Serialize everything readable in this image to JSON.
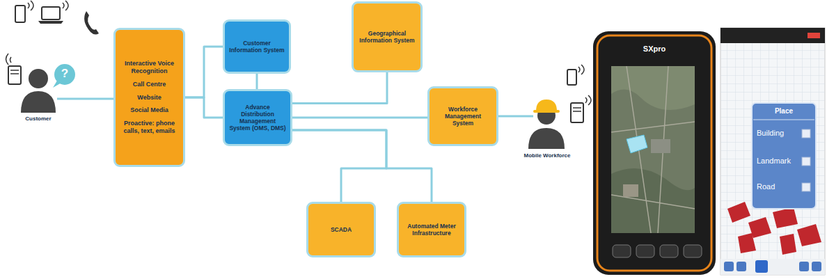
{
  "diagram": {
    "nodes": [
      {
        "text": [
          "Interactive Voice Recognition",
          "Call Centre",
          "Website",
          "Social Media",
          "Proactive: phone calls, text, emails"
        ]
      },
      {
        "text": [
          "Customer Information System"
        ]
      },
      {
        "text": [
          "Advance Distribution Management System (OMS, DMS)"
        ]
      },
      {
        "text": [
          "Geographical Information System"
        ]
      },
      {
        "text": [
          "Workforce Management System"
        ]
      },
      {
        "text": [
          "SCADA"
        ]
      },
      {
        "text": [
          "Automated Meter Infrastructure"
        ]
      }
    ],
    "edges": [
      {
        "from": 0,
        "to": 1,
        "arrow": "none"
      },
      {
        "from": 0,
        "to": 2,
        "arrow": "none"
      },
      {
        "from": 1,
        "to": 2,
        "arrow": "none"
      },
      {
        "from": 2,
        "to": 3,
        "arrow": "none"
      },
      {
        "from": 2,
        "to": 4,
        "arrow": "none"
      },
      {
        "from": 2,
        "to": 5,
        "arrow": "none"
      },
      {
        "from": 2,
        "to": 6,
        "arrow": "none"
      }
    ],
    "labels": [
      "Customer",
      "?",
      "Mobile Workforce",
      "SXpro",
      "Place",
      "Building",
      "Landmark",
      "Road"
    ]
  }
}
